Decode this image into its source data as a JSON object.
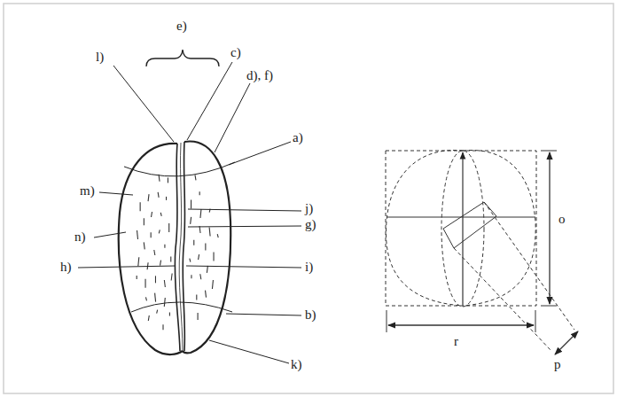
{
  "diagram": {
    "labels": [
      "e)",
      "l)",
      "c)",
      "d), f)",
      "a)",
      "m)",
      "j)",
      "n)",
      "g)",
      "h)",
      "i)",
      "b)",
      "k)",
      "o",
      "r",
      "p"
    ]
  }
}
